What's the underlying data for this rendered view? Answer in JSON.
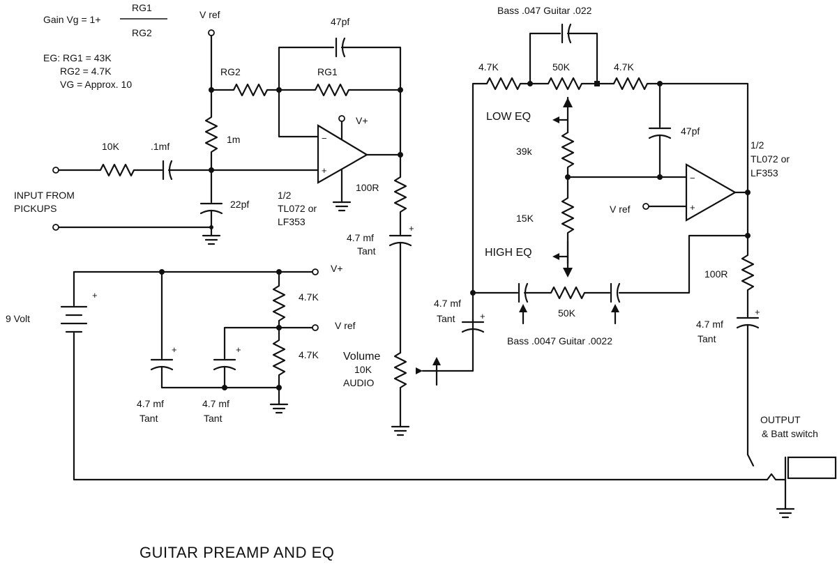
{
  "title": "GUITAR PREAMP AND EQ",
  "gain_formula": {
    "prefix": "Gain Vg = 1+",
    "numerator": "RG1",
    "denominator": "RG2"
  },
  "example": {
    "line1": "EG: RG1 = 43K",
    "line2": "RG2 = 4.7K",
    "line3": "VG = Approx. 10"
  },
  "labels": {
    "vref_top": "V ref",
    "cap_47pf_top": "47pf",
    "rg2": "RG2",
    "rg1": "RG1",
    "vplus_opamp": "V+",
    "r_1m": "1m",
    "r_10k": "10K",
    "cap_1mf": ".1mf",
    "input_line1": "INPUT FROM",
    "input_line2": "PICKUPS",
    "cap_22pf": "22pf",
    "opamp1_line1": "1/2",
    "opamp1_line2": "TL072 or",
    "opamp1_line3": "LF353",
    "r_100r_1": "100R",
    "cap_47mf_1a": "4.7 mf",
    "cap_47mf_1b": "Tant",
    "volume_line1": "Volume",
    "volume_line2": "10K",
    "volume_line3": "AUDIO",
    "vplus_supply": "V+",
    "vref_supply": "V ref",
    "r_47k_supply_top": "4.7K",
    "r_47k_supply_bot": "4.7K",
    "battery": "9 Volt",
    "cap_supply_a1": "4.7 mf",
    "cap_supply_a2": "Tant",
    "cap_supply_b1": "4.7 mf",
    "cap_supply_b2": "Tant",
    "eq_cap_top": "Bass .047 Guitar .022",
    "r_47k_eq_left": "4.7K",
    "pot_50k_top": "50K",
    "r_47k_eq_right": "4.7K",
    "low_eq": "LOW EQ",
    "cap_47pf_eq": "47pf",
    "r_39k": "39k",
    "opamp2_line1": "1/2",
    "opamp2_line2": "TL072 or",
    "opamp2_line3": "LF353",
    "vref_opamp2": "V ref",
    "r_15k": "15K",
    "high_eq": "HIGH EQ",
    "r_100r_2": "100R",
    "cap_47mf_2a": "4.7 mf",
    "cap_47mf_2b": "Tant",
    "pot_50k_bottom": "50K",
    "eq_cap_bottom": "Bass .0047 Guitar .0022",
    "cap_47mf_3a": "4.7 mf",
    "cap_47mf_3b": "Tant",
    "output_line1": "OUTPUT",
    "output_line2": "& Batt switch",
    "plus": "+",
    "minus": "−"
  }
}
